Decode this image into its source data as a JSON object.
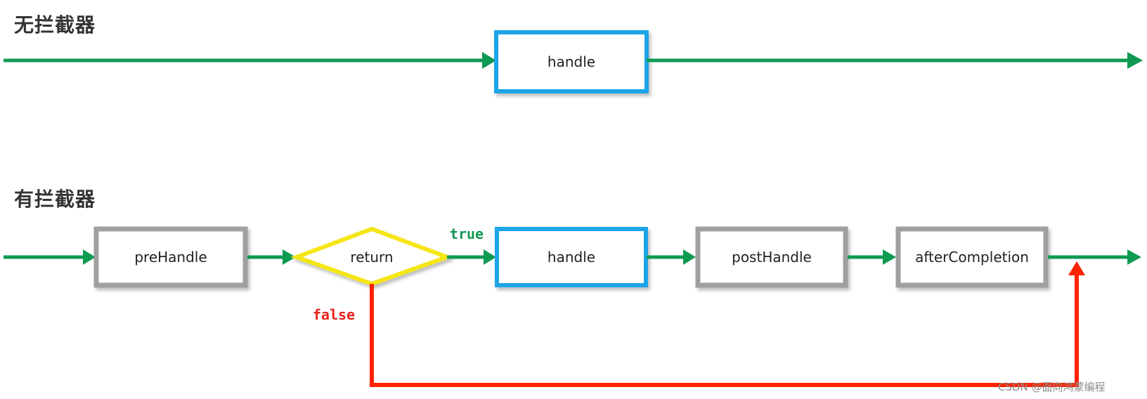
{
  "sections": {
    "without": {
      "title": "无拦截器"
    },
    "with": {
      "title": "有拦截器"
    }
  },
  "nodes": {
    "handle_top": "handle",
    "pre_handle": "preHandle",
    "return_decision": "return",
    "handle": "handle",
    "post_handle": "postHandle",
    "after_completion": "afterCompletion"
  },
  "edge_labels": {
    "true": "true",
    "false": "false"
  },
  "watermark": "CSDN @面向鸿蒙编程",
  "colors": {
    "flow": "#0f9a52",
    "handle_border": "#1ea5e8",
    "interceptor_border": "#a0a0a0",
    "decision_border": "#f5e614",
    "false_path": "#ff2200",
    "true_label": "#0f9a52",
    "false_label": "#e8231a"
  }
}
